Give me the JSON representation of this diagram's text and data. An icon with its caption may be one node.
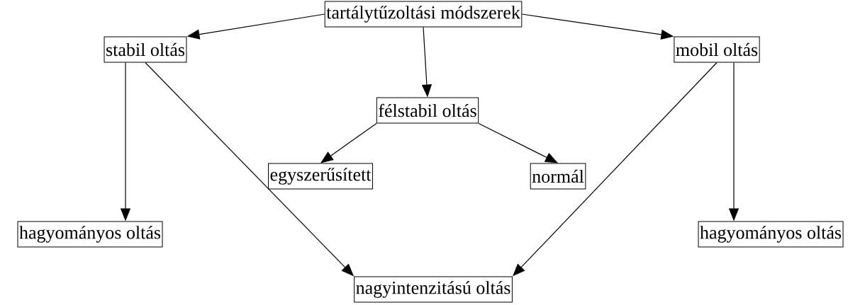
{
  "diagram": {
    "nodes": [
      {
        "text": [
          "tartálytűzoltási módszerek"
        ]
      },
      {
        "text": [
          "stabil oltás"
        ]
      },
      {
        "text": [
          "mobil oltás"
        ]
      },
      {
        "text": [
          "félstabil oltás"
        ]
      },
      {
        "text": [
          "egyszerűsített"
        ]
      },
      {
        "text": [
          "normál"
        ]
      },
      {
        "text": [
          "hagyományos oltás"
        ]
      },
      {
        "text": [
          "hagyományos oltás"
        ]
      },
      {
        "text": [
          "nagyintenzitású oltás"
        ]
      }
    ],
    "edges": [
      {
        "from": 0,
        "to": 1,
        "arrow": "to"
      },
      {
        "from": 0,
        "to": 3,
        "arrow": "to"
      },
      {
        "from": 0,
        "to": 2,
        "arrow": "to"
      },
      {
        "from": 3,
        "to": 4,
        "arrow": "to"
      },
      {
        "from": 3,
        "to": 5,
        "arrow": "to"
      },
      {
        "from": 1,
        "to": 6,
        "arrow": "to"
      },
      {
        "from": 1,
        "to": 8,
        "arrow": "to"
      },
      {
        "from": 2,
        "to": 7,
        "arrow": "to"
      },
      {
        "from": 2,
        "to": 8,
        "arrow": "to"
      }
    ]
  }
}
